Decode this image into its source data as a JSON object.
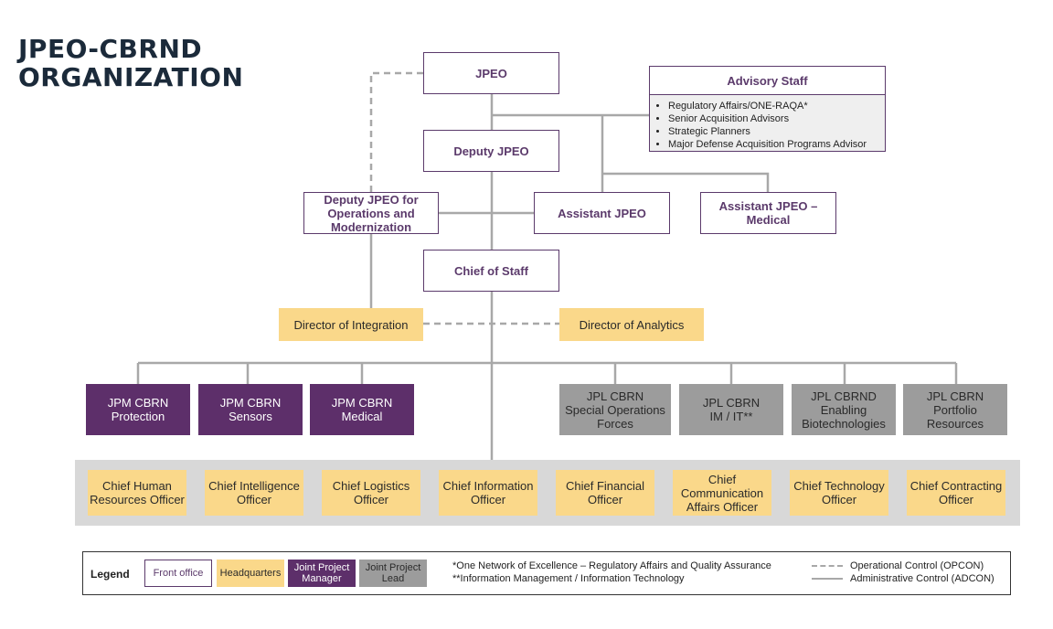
{
  "title_lines": [
    "JPEO-CBRND",
    "ORGANIZATION"
  ],
  "front_office": {
    "jpeo": "JPEO",
    "deputy_jpeo": "Deputy JPEO",
    "deputy_ops": "Deputy JPEO for\nOperations and\nModernization",
    "assistant_jpeo": "Assistant JPEO",
    "assistant_medical": "Assistant JPEO –\nMedical",
    "chief_of_staff": "Chief of Staff"
  },
  "advisory_staff": {
    "title": "Advisory Staff",
    "items": [
      "Regulatory Affairs/ONE-RAQA*",
      "Senior Acquisition Advisors",
      "Strategic Planners",
      "Major Defense Acquisition Programs Advisor"
    ]
  },
  "directors": {
    "integration": "Director of Integration",
    "analytics": "Director of Analytics"
  },
  "jpm": [
    "JPM CBRN\nProtection",
    "JPM CBRN\nSensors",
    "JPM CBRN\nMedical"
  ],
  "jpl": [
    "JPL CBRN\nSpecial Operations\nForces",
    "JPL CBRN\nIM / IT**",
    "JPL CBRND\nEnabling\nBiotechnologies",
    "JPL CBRN\nPortfolio\nResources"
  ],
  "chief_officers": [
    "Chief Human\nResources Officer",
    "Chief Intelligence\nOfficer",
    "Chief Logistics\nOfficer",
    "Chief Information\nOfficer",
    "Chief Financial\nOfficer",
    "Chief\nCommunication\nAffairs Officer",
    "Chief Technology\nOfficer",
    "Chief Contracting\nOfficer"
  ],
  "legend": {
    "title": "Legend",
    "front_office": "Front office",
    "headquarters": "Headquarters",
    "jpm": "Joint Project\nManager",
    "jpl": "Joint Project\nLead",
    "note1": "*One Network of Excellence – Regulatory Affairs and Quality Assurance",
    "note2": "**Information Management / Information Technology",
    "opcon": "Operational Control (OPCON)",
    "adcon": "Administrative Control (ADCON)"
  },
  "colors": {
    "front_office_border": "#5b3a6b",
    "headquarters": "#fad88a",
    "jpm": "#5d2f6a",
    "jpl": "#9c9c9c",
    "connector": "#a8a8a8"
  }
}
